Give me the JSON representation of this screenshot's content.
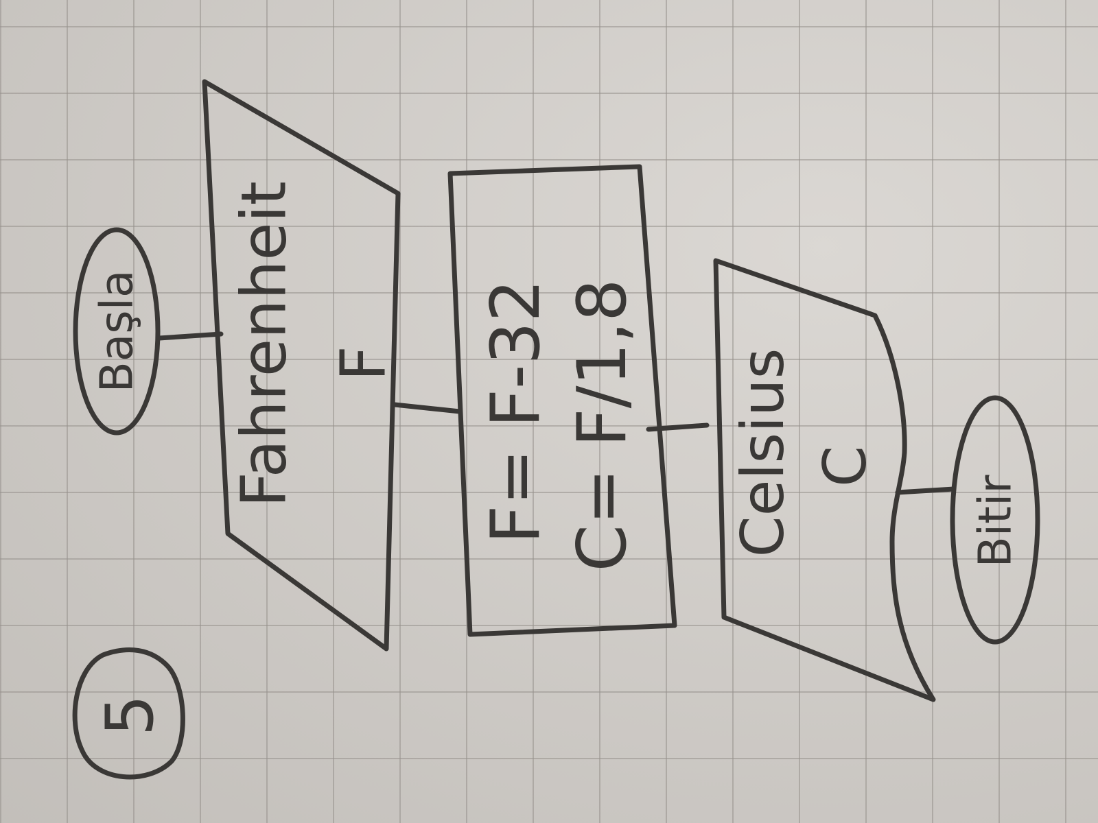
{
  "page": {
    "number": "5"
  },
  "flowchart": {
    "start": {
      "label": "Başla"
    },
    "input": {
      "line1": "Fahrenheit",
      "line2": "F"
    },
    "process": {
      "line1": "F= F-32",
      "line2": "C= F/1,8"
    },
    "output": {
      "line1": "Celsius",
      "line2": "C"
    },
    "end": {
      "label": "Bitir"
    }
  },
  "colors": {
    "ink": "#3a3836",
    "paper": "#d3cfca",
    "grid": "#96918c"
  }
}
